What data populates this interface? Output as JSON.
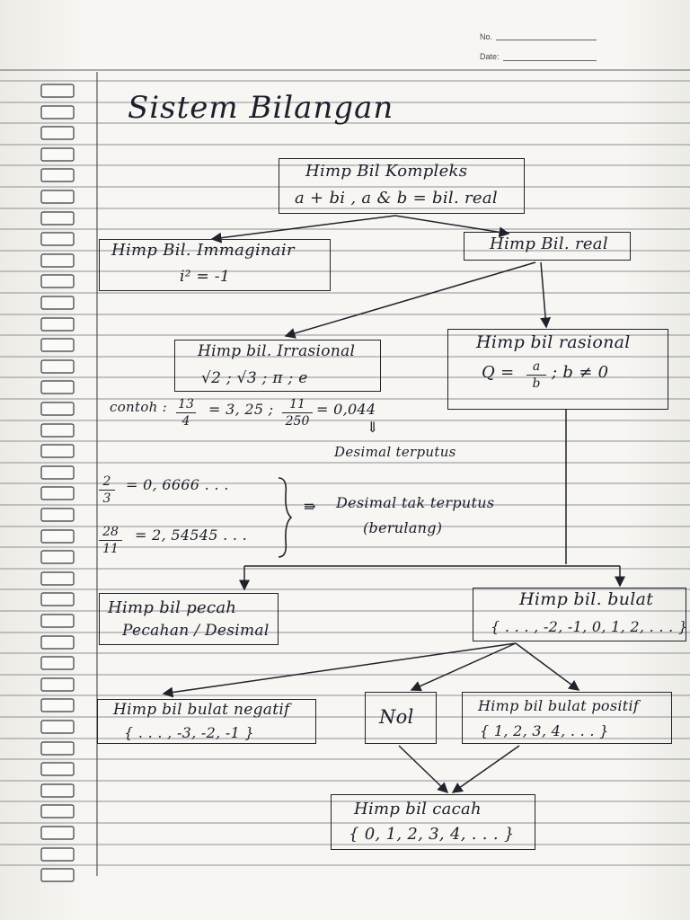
{
  "header": {
    "no_label": "No.",
    "date_label": "Date:"
  },
  "title": "Sistem Bilangan",
  "kompleks": {
    "title": "Himp Bil Kompleks",
    "line": "a + bi , a & b = bil. real"
  },
  "imajiner": {
    "title": "Himp Bil. Immaginair",
    "line": "i² = -1"
  },
  "real": {
    "title": "Himp Bil. real"
  },
  "irasional": {
    "title": "Himp bil. Irrasional",
    "line": "√2 ; √3 ; π ; e"
  },
  "rasional": {
    "title": "Himp bil rasional",
    "line_left": "Q = ",
    "num": "a",
    "den": "b",
    "line_right": "; b ≠ 0"
  },
  "contoh": {
    "label": "contoh :",
    "f1_num": "13",
    "f1_den": "4",
    "f1_val": "= 3, 25 ;",
    "f2_num": "11",
    "f2_den": "250",
    "f2_val": "= 0,044",
    "arrow": "⇓",
    "terputus": "Desimal terputus"
  },
  "berulang": {
    "f3_num": "2",
    "f3_den": "3",
    "f3_val": "= 0, 6666 . . .",
    "f4_num": "28",
    "f4_den": "11",
    "f4_val": "= 2, 54545 . . .",
    "arrow": "⇛",
    "tak_terputus": "Desimal tak terputus",
    "paren": "(berulang)"
  },
  "pecah": {
    "title": "Himp bil pecah",
    "line": "Pecahan / Desimal"
  },
  "bulat": {
    "title": "Himp bil. bulat",
    "line": "{ . . . , -2, -1, 0, 1, 2, . . . }"
  },
  "negatif": {
    "title": "Himp bil bulat negatif",
    "line": "{ . . . , -3, -2, -1 }"
  },
  "nol": {
    "title": "Nol"
  },
  "positif": {
    "title": "Himp bil bulat positif",
    "line": "{ 1, 2, 3, 4, . . . }"
  },
  "cacah": {
    "title": "Himp bil cacah",
    "line": "{ 0, 1, 2, 3, 4, . . . }"
  },
  "colors": {
    "ink": "#1e1e2c",
    "paper": "#f7f6f2",
    "rule": "#9a9aa2"
  }
}
